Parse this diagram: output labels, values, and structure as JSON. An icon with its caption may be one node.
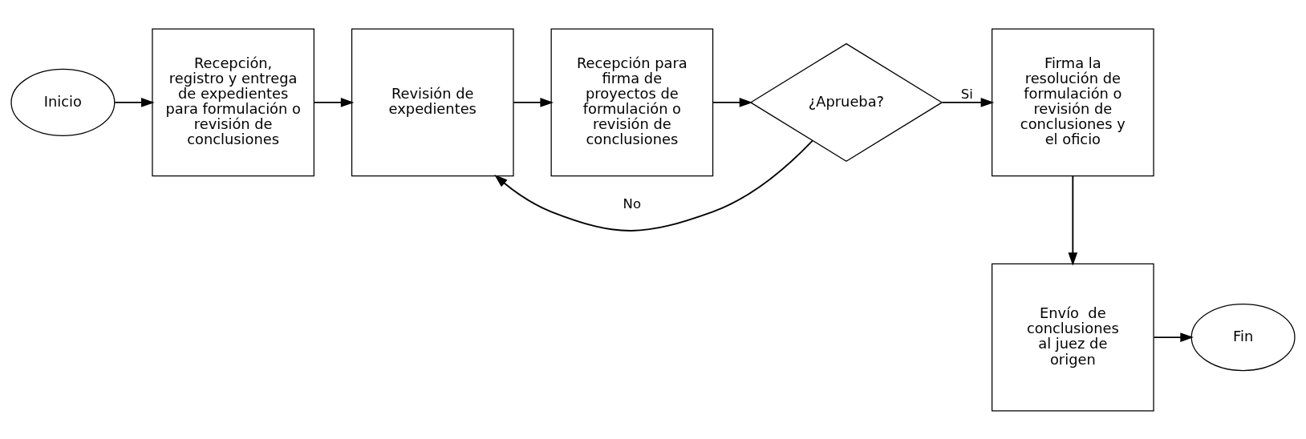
{
  "diagram": {
    "nodes": [
      {
        "text": [
          "Inicio"
        ]
      },
      {
        "text": [
          "Recepción, registro y entrega de expedientes para formulación o revisión de conclusiones"
        ]
      },
      {
        "text": [
          "Revisión de expedientes"
        ]
      },
      {
        "text": [
          "Recepción para firma de proyectos de formulación o revisión de conclusiones"
        ]
      },
      {
        "text": [
          "¿Aprueba?"
        ]
      },
      {
        "text": [
          "Firma la resolución de formulación o revisión de conclusiones y el oficio"
        ]
      },
      {
        "text": [
          "Envío  de conclusiones al juez de origen"
        ]
      },
      {
        "text": [
          "Fin"
        ]
      }
    ],
    "edges": [
      {
        "from": 0,
        "to": 1,
        "arrow": "to"
      },
      {
        "from": 1,
        "to": 2,
        "arrow": "to"
      },
      {
        "from": 2,
        "to": 3,
        "arrow": "to"
      },
      {
        "from": 3,
        "to": 4,
        "arrow": "to"
      },
      {
        "from": 4,
        "to": 5,
        "label": "Si",
        "arrow": "to"
      },
      {
        "from": 4,
        "to": 2,
        "label": "No",
        "arrow": "to"
      },
      {
        "from": 5,
        "to": 6,
        "arrow": "to"
      },
      {
        "from": 6,
        "to": 7,
        "arrow": "to"
      }
    ]
  }
}
